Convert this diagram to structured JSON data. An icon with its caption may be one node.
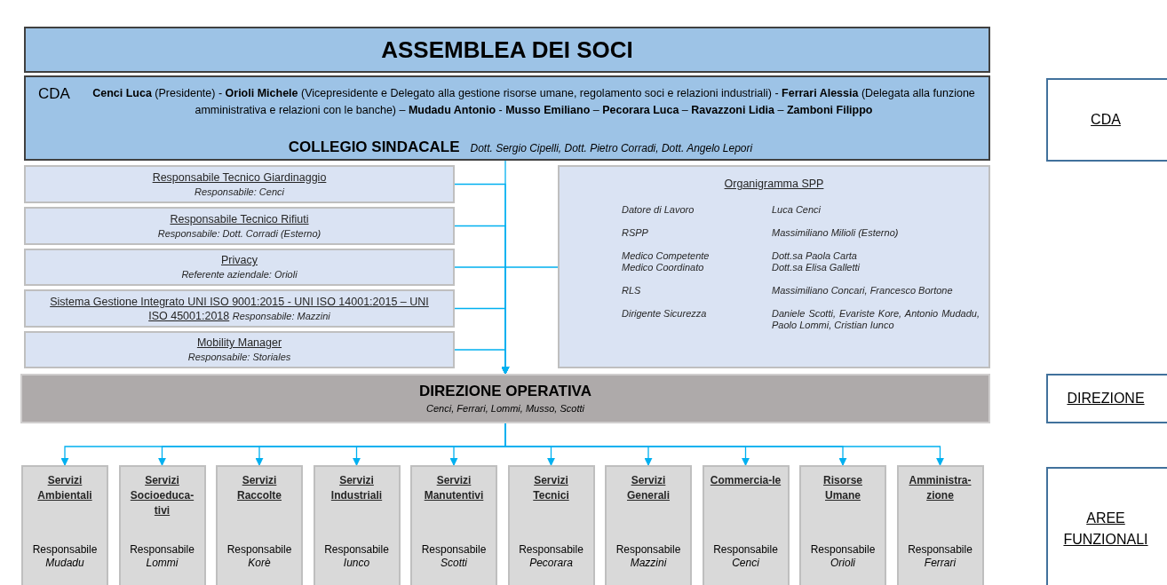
{
  "diagram": {
    "nodes": [
      {
        "text": [
          "ASSEMBLEA DEI SOCI"
        ]
      },
      {
        "text": [
          "CDA",
          "**Cenci Luca** (Presidente) - **Orioli Michele** (Vicepresidente e Delegato alla gestione risorse umane, regolamento soci e relazioni industriali) - **Ferrari Alessia** (Delegata alla funzione amministrativa e relazioni con le banche) – **Mudadu Antonio** - **Musso Emiliano** – **Pecorara Luca** – **Ravazzoni Lidia** – **Zamboni Filippo**",
          "COLLEGIO SINDACALE",
          "Dott. Sergio Cipelli, Dott. Pietro Corradi, Dott. Angelo Lepori"
        ]
      },
      {
        "text": [
          "Responsabile Tecnico Giardinaggio",
          "Responsabile: Cenci"
        ]
      },
      {
        "text": [
          "Responsabile Tecnico Rifiuti",
          "Responsabile: Dott. Corradi (Esterno)"
        ]
      },
      {
        "text": [
          "Privacy",
          "Referente aziendale: Orioli"
        ]
      },
      {
        "text": [
          "Sistema Gestione Integrato UNI ISO 9001:2015 - UNI ISO 14001:2015 – UNI ISO 45001:2018",
          "Responsabile: Mazzini"
        ]
      },
      {
        "text": [
          "Mobility Manager",
          "Responsabile: Storiales"
        ]
      },
      {
        "text": [
          "Organigramma SPP",
          "Datore di Lavoro",
          "Luca Cenci",
          "RSPP",
          "Massimiliano Milioli (Esterno)",
          "Medico Competente",
          "Dott.sa Paola Carta",
          "Medico Coordinato",
          "Dott.sa Elisa Galletti",
          "RLS",
          "Massimiliano Concari, Francesco Bortone",
          "Dirigente Sicurezza",
          "Daniele Scotti, Evariste Kore, Antonio Mudadu, Paolo Lommi, Cristian Iunco"
        ]
      },
      {
        "text": [
          "DIREZIONE OPERATIVA",
          "Cenci, Ferrari, Lommi, Musso, Scotti"
        ]
      },
      {
        "text": [
          "Servizi Ambientali",
          "Responsabile",
          "Mudadu"
        ]
      },
      {
        "text": [
          "Servizi Socioeduca-tivi",
          "Responsabile",
          "Lommi"
        ]
      },
      {
        "text": [
          "Servizi Raccolte",
          "Responsabile",
          "Korè"
        ]
      },
      {
        "text": [
          "Servizi Industriali",
          "Responsabile",
          "Iunco"
        ]
      },
      {
        "text": [
          "Servizi Manutentivi",
          "Responsabile",
          "Scotti"
        ]
      },
      {
        "text": [
          "Servizi Tecnici",
          "Responsabile",
          "Pecorara"
        ]
      },
      {
        "text": [
          "Servizi Generali",
          "Responsabile",
          "Mazzini"
        ]
      },
      {
        "text": [
          "Commercia-le",
          "Responsabile",
          "Cenci"
        ]
      },
      {
        "text": [
          "Risorse Umane",
          "Responsabile",
          "Orioli"
        ]
      },
      {
        "text": [
          "Amministra-zione",
          "Responsabile",
          "Ferrari"
        ]
      },
      {
        "text": [
          "CDA"
        ]
      },
      {
        "text": [
          "DIREZIONE"
        ]
      },
      {
        "text": [
          "AREE FUNZIONALI"
        ]
      }
    ],
    "edges": [
      {
        "from": 1,
        "to": 8,
        "arrow": "to"
      },
      {
        "from": 2,
        "to": 8,
        "arrow": "to"
      },
      {
        "from": 3,
        "to": 8,
        "arrow": "to"
      },
      {
        "from": 4,
        "to": 8,
        "arrow": "to"
      },
      {
        "from": 5,
        "to": 8,
        "arrow": "to"
      },
      {
        "from": 6,
        "to": 8,
        "arrow": "to"
      },
      {
        "from": 7,
        "to": 8,
        "arrow": "to"
      },
      {
        "from": 8,
        "to": 9,
        "arrow": "to"
      },
      {
        "from": 8,
        "to": 10,
        "arrow": "to"
      },
      {
        "from": 8,
        "to": 11,
        "arrow": "to"
      },
      {
        "from": 8,
        "to": 12,
        "arrow": "to"
      },
      {
        "from": 8,
        "to": 13,
        "arrow": "to"
      },
      {
        "from": 8,
        "to": 14,
        "arrow": "to"
      },
      {
        "from": 8,
        "to": 15,
        "arrow": "to"
      },
      {
        "from": 8,
        "to": 16,
        "arrow": "to"
      },
      {
        "from": 8,
        "to": 17,
        "arrow": "to"
      },
      {
        "from": 8,
        "to": 18,
        "arrow": "to"
      }
    ]
  }
}
